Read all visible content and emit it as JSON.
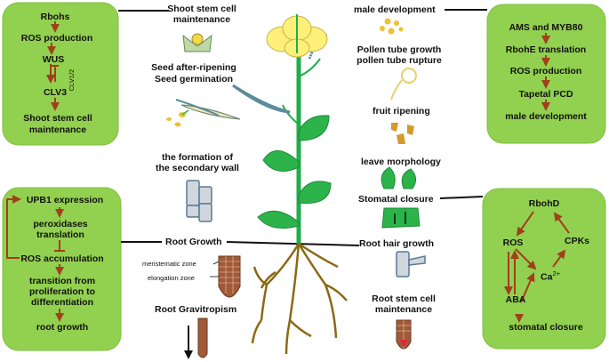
{
  "colors": {
    "box_fill": "#92d050",
    "box_stroke": "#6aa336",
    "arrow": "#a0401b",
    "stem": "#1fae4a",
    "leaf": "#2cb34a",
    "flower": "#fff07a",
    "pollen": "#f0c030",
    "root": "#8b6a14",
    "root_tip": "#a05a3a"
  },
  "box_top_left": {
    "rbohs": "Rbohs",
    "ros_production": "ROS  production",
    "wus": "WUS",
    "clv12": "CLV1/2",
    "clv3": "CLV3",
    "shoot_line1": "Shoot stem cell",
    "shoot_line2": "maintenance"
  },
  "box_top_right": {
    "ams_myb80": "AMS and MYB80",
    "rbohe": "RbohE translation",
    "ros_production": "ROS  production",
    "tapetal_pcd": "Tapetal PCD",
    "male_dev": "male development"
  },
  "box_bottom_left": {
    "upb1": "UPB1 expression",
    "peroxidases_1": "peroxidases",
    "peroxidases_2": "translation",
    "ros_accum": "ROS accumulation",
    "transition_1": "transition from",
    "transition_2": "proliferation to",
    "transition_3": "differentiation",
    "root_growth": "root growth"
  },
  "box_bottom_right": {
    "rbohd": "RbohD",
    "ros": "ROS",
    "cpks": "CPKs",
    "ca": "Ca",
    "ca_sup": "2+",
    "aba": "ABA",
    "stomatal_closure": "stomatal closure"
  },
  "center": {
    "shoot_stem_1": "Shoot stem cell",
    "shoot_stem_2": "maintenance",
    "seed_1": "Seed after-ripening",
    "seed_2": "Seed germination",
    "secondary_1": "the formation of",
    "secondary_2": "the secondary wall",
    "root_growth": "Root Growth",
    "meristematic": "meristematic zone",
    "elongation": "elongation zone",
    "root_gravitropism": "Root Gravitropism",
    "male_dev": "male development",
    "pollen_1": "Pollen tube growth",
    "pollen_2": "pollen tube rupture",
    "fruit_ripening": "fruit ripening",
    "leave_morph": "leave morphology",
    "stomatal_closure": "Stomatal closure",
    "root_hair": "Root hair growth",
    "root_stem_1": "Root stem cell",
    "root_stem_2": "maintenance"
  }
}
